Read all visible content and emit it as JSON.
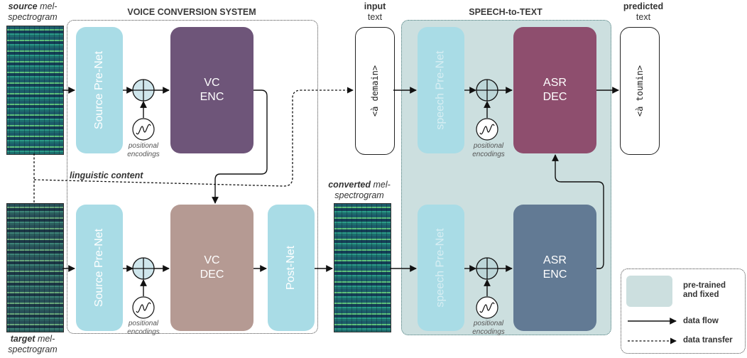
{
  "headers": {
    "voice_conversion": "VOICE CONVERSION SYSTEM",
    "speech_to_text": "SPEECH-to-TEXT"
  },
  "source_spec": {
    "bold": "source",
    "rest": " mel-",
    "line2": "spectrogram"
  },
  "target_spec": {
    "bold": "target",
    "rest": " mel-",
    "line2": "spectrogram"
  },
  "converted_spec": {
    "bold": "converted",
    "rest": " mel-",
    "line2": "spectrogram"
  },
  "input_label": {
    "line1": "input",
    "line2": "text"
  },
  "predicted_label": {
    "line1": "predicted",
    "line2": "text"
  },
  "linguistic_content": "linguistic content",
  "blocks": {
    "source_prenet_top": "Source Pre-Net",
    "source_prenet_bottom": "Source Pre-Net",
    "vc_enc": [
      "VC",
      "ENC"
    ],
    "vc_dec": [
      "VC",
      "DEC"
    ],
    "postnet": "Post-Net",
    "speech_prenet_top": "speech Pre-Net",
    "speech_prenet_bottom": "speech Pre-Net",
    "asr_dec": [
      "ASR",
      "DEC"
    ],
    "asr_enc": [
      "ASR",
      "ENC"
    ]
  },
  "positional_encodings": [
    "positional",
    "encodings"
  ],
  "input_text": "<à demain>",
  "predicted_text": "<à toumin>",
  "legend": {
    "pretrained": [
      "pre-trained",
      "and fixed"
    ],
    "data_flow": "data flow",
    "data_transfer": "data transfer"
  },
  "colors": {
    "vc_enc": "#6e5579",
    "vc_dec": "#b59a93",
    "asr_dec": "#8e4e6e",
    "asr_enc": "#627a94",
    "prenet": "#a9dce6",
    "frozen_region": "#ccdfdf"
  }
}
